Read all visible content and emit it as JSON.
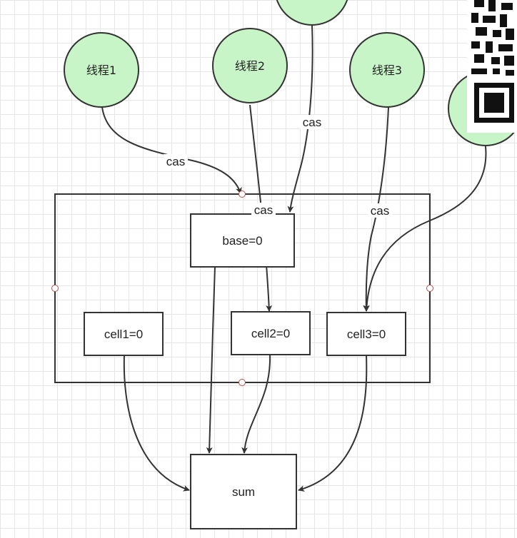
{
  "threads": [
    {
      "id": "t1",
      "label": "线程1"
    },
    {
      "id": "t2",
      "label": "线程2"
    },
    {
      "id": "t3",
      "label": "线程3"
    },
    {
      "id": "t-top",
      "label": ""
    },
    {
      "id": "t-right",
      "label": ""
    }
  ],
  "cells": {
    "base": "base=0",
    "cell1": "cell1=0",
    "cell2": "cell2=0",
    "cell3": "cell3=0",
    "sum": "sum"
  },
  "edge_labels": {
    "t1_to_base": "cas",
    "top_to_base": "cas",
    "t2_to_cell2": "cas",
    "t3_to_cell3": "cas"
  },
  "colors": {
    "thread_fill": "#c8f5c8",
    "stroke": "#333333",
    "grid": "#e6e6e6"
  },
  "overlay": {
    "qr_code_icon": "qr-code-icon"
  }
}
